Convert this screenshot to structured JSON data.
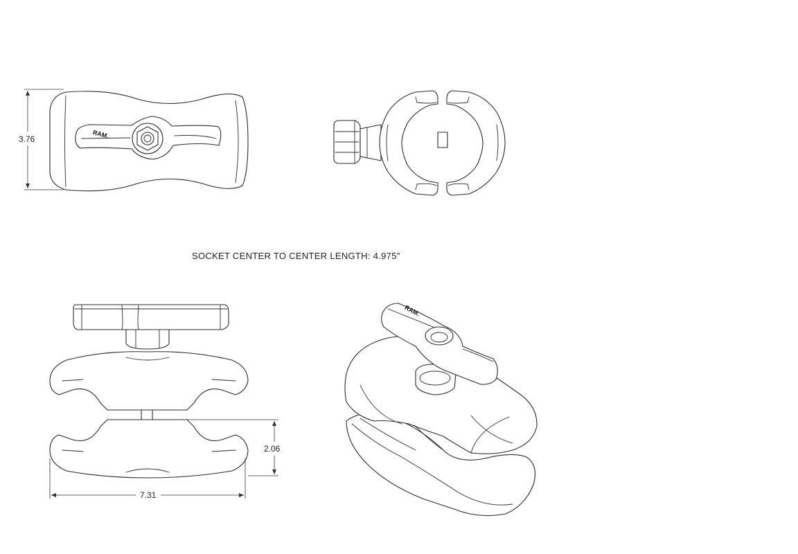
{
  "drawing": {
    "note": "SOCKET CENTER TO CENTER LENGTH: 4.975\"",
    "dimensions": {
      "top_view_height": "3.76",
      "side_view_height": "2.06",
      "side_view_width": "7.31"
    },
    "logo_text": "RAM."
  }
}
